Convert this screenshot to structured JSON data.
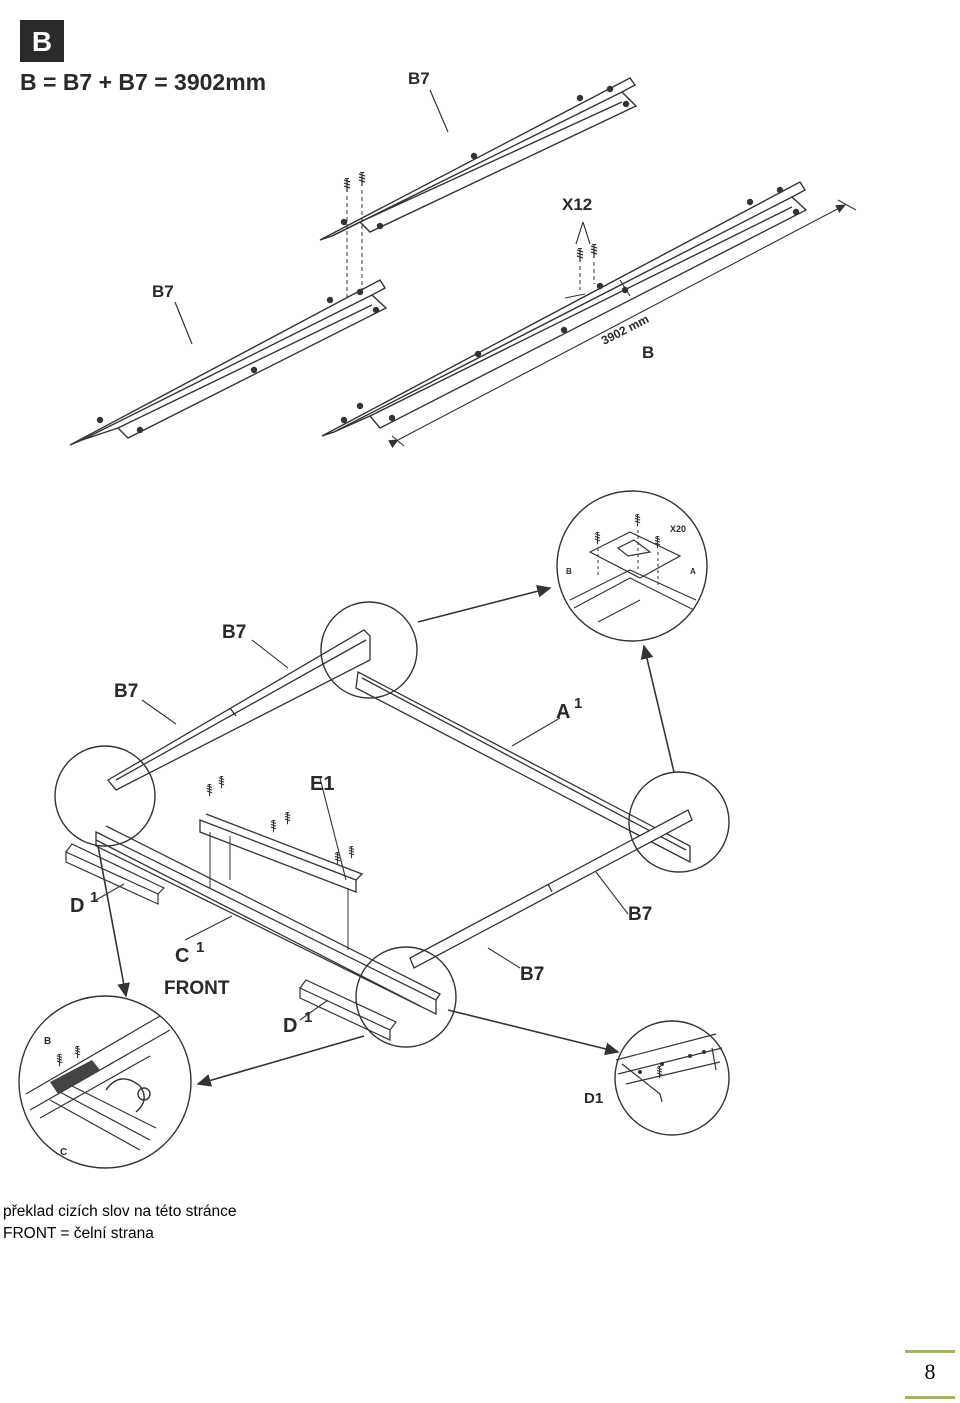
{
  "header": {
    "badge_letter": "B",
    "formula": "B = B7 + B7 = 3902mm"
  },
  "top_diagram": {
    "label_b7_upper": "B7",
    "label_b7_left": "B7",
    "label_x12": "X12",
    "label_dimension": "3902 mm",
    "label_b": "B"
  },
  "main_diagram": {
    "label_b7_top": "B7",
    "label_b7_left": "B7",
    "label_a": "A",
    "label_a_sup": "1",
    "label_e": "E1",
    "label_d_left": "D",
    "label_d_left_sup": "1",
    "label_c": "C",
    "label_c_sup": "1",
    "label_front": "FRONT",
    "label_b7_right": "B7",
    "label_b7_bottom": "B7",
    "label_d_bottom": "D",
    "label_d_bottom_sup": "1"
  },
  "details": {
    "top_right": {
      "label_x20": "X20",
      "label_b": "B",
      "label_a": "A"
    },
    "bottom_left": {
      "label_b": "B",
      "label_c": "C"
    },
    "bottom_right": {
      "label_d1": "D1"
    }
  },
  "footer": {
    "line1": "překlad cizích slov na této stránce",
    "line2": "FRONT = čelní strana"
  },
  "page_number": "8",
  "colors": {
    "ink": "#2a2a2a",
    "accent_line": "#9bbb59"
  }
}
